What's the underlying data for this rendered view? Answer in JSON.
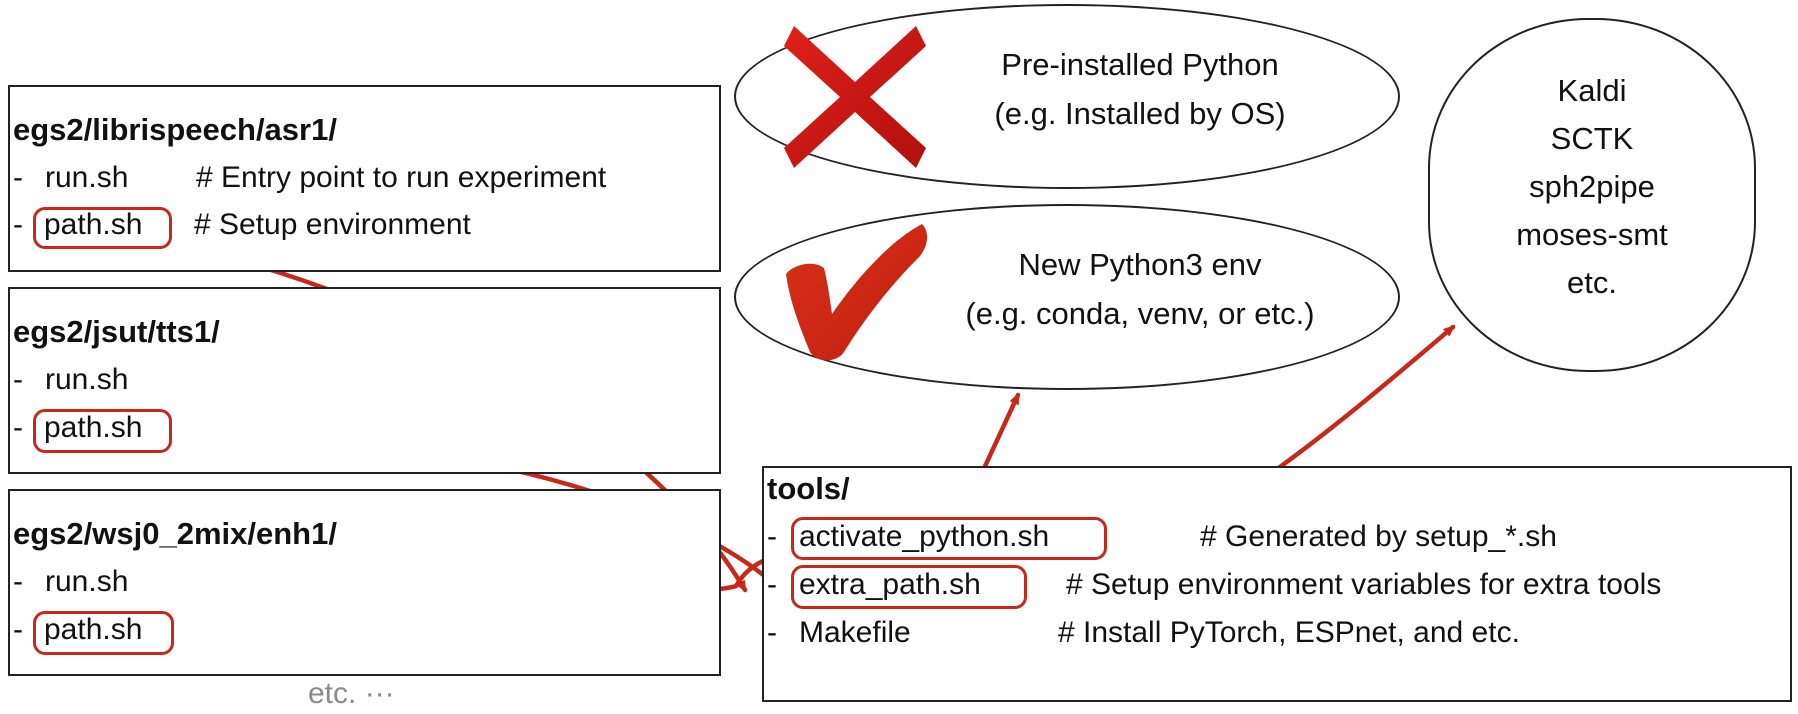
{
  "colors": {
    "accent": "#c8281a",
    "border": "#222222",
    "muted": "#8a8a8a"
  },
  "recipes": [
    {
      "title": "egs2/librispeech/asr1/",
      "run": "run.sh",
      "run_comment": "# Entry point to run experiment",
      "path": "path.sh",
      "path_comment": "# Setup environment"
    },
    {
      "title": "egs2/jsut/tts1/",
      "run": "run.sh",
      "path": "path.sh"
    },
    {
      "title": "egs2/wsj0_2mix/enh1/",
      "run": "run.sh",
      "path": "path.sh"
    }
  ],
  "bullet": "-",
  "recipes_more": "etc. ···",
  "tools": {
    "title": "tools/",
    "activate": "activate_python.sh",
    "activate_comment": "# Generated by setup_*.sh",
    "extra": "extra_path.sh",
    "extra_comment": "# Setup environment variables for extra tools",
    "makefile": "Makefile",
    "makefile_comment": "# Install PyTorch, ESPnet, and etc."
  },
  "python_bad": {
    "line1": "Pre-installed Python",
    "line2": "(e.g. Installed by OS)",
    "icon": "cross-icon"
  },
  "python_good": {
    "line1": "New Python3 env",
    "line2": "(e.g. conda, venv, or etc.)",
    "icon": "checkmark-icon"
  },
  "extra_tools": [
    "Kaldi",
    "SCTK",
    "sph2pipe",
    "moses-smt",
    "etc."
  ]
}
